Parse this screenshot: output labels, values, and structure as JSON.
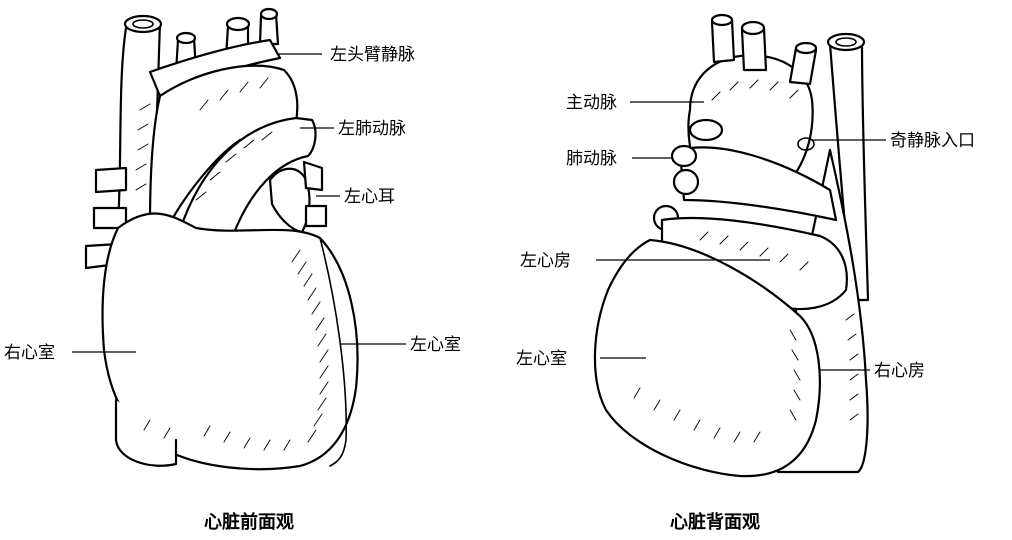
{
  "front_view": {
    "caption": "心脏前面观",
    "labels": {
      "left_brachiocephalic_vein": "左头臂静脉",
      "left_pulmonary_artery": "左肺动脉",
      "left_auricle": "左心耳",
      "right_ventricle": "右心室",
      "left_ventricle": "左心室"
    }
  },
  "back_view": {
    "caption": "心脏背面观",
    "labels": {
      "aorta": "主动脉",
      "pulmonary_artery": "肺动脉",
      "azygos_vein_entrance": "奇静脉入口",
      "left_atrium": "左心房",
      "left_ventricle": "左心室",
      "right_atrium": "右心房"
    }
  },
  "colors": {
    "line": "#000000",
    "background": "#ffffff"
  }
}
